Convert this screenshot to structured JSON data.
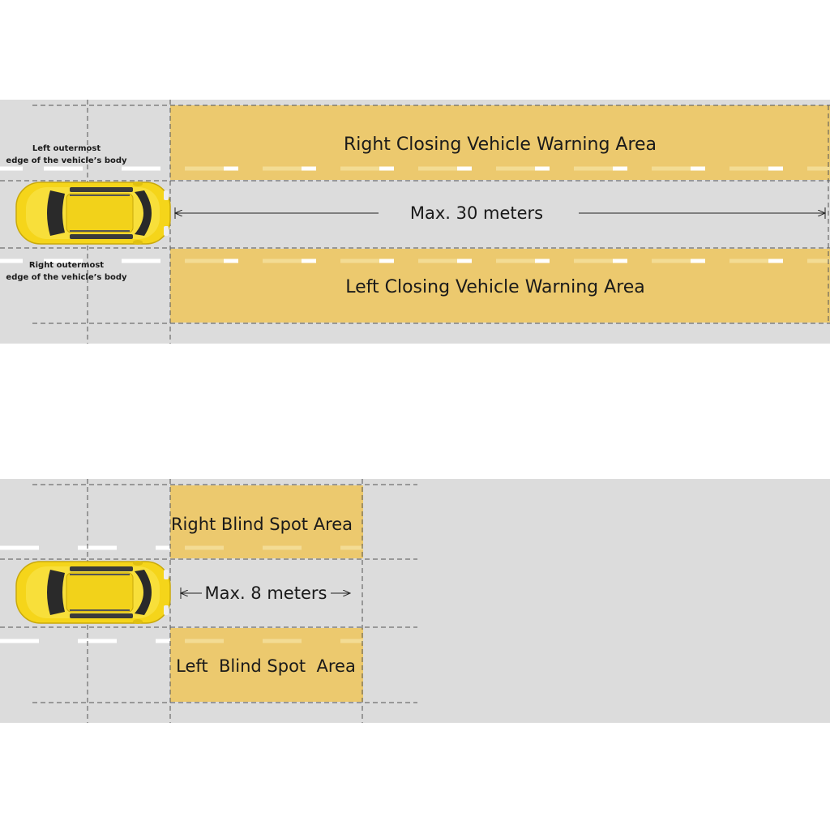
{
  "diagram_top": {
    "zones": {
      "right_closing": "Right Closing Vehicle Warning Area",
      "left_closing": "Left Closing Vehicle Warning Area"
    },
    "distance_label": "Max. 30 meters",
    "edge_labels": {
      "left_line1": "Left outermost",
      "left_line2": "edge of the vehicle’s body",
      "right_line1": "Right outermost",
      "right_line2": "edge of the vehicle’s body"
    }
  },
  "diagram_bottom": {
    "zones": {
      "right_blind": "Right Blind Spot Area",
      "left_blind": "Left  Blind Spot  Area"
    },
    "distance_label": "Max. 8 meters"
  },
  "colors": {
    "road": "#dcdcdc",
    "zone": "#ecc96e",
    "lane_marking": "#f3dc94",
    "car_body": "#f5d51a"
  }
}
